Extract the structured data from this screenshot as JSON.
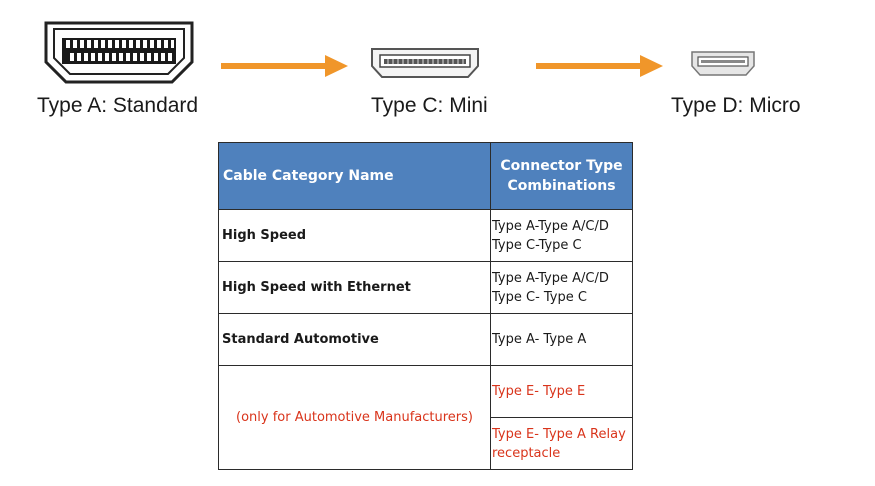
{
  "connectors": [
    {
      "label": "Type A: Standard",
      "icon": "hdmi-type-a-connector-icon"
    },
    {
      "label": "Type C: Mini",
      "icon": "hdmi-type-c-connector-icon"
    },
    {
      "label": "Type D: Micro",
      "icon": "hdmi-type-d-connector-icon"
    }
  ],
  "arrow_color": "#f0962a",
  "table": {
    "headers": {
      "category": "Cable Category Name",
      "combo_line1": "Connector Type",
      "combo_line2": "Combinations"
    },
    "rows": [
      {
        "category": "High Speed",
        "combos": [
          "Type A-Type A/C/D",
          "Type C-Type C"
        ]
      },
      {
        "category": "High Speed with Ethernet",
        "combos": [
          "Type A-Type A/C/D",
          "Type C- Type C"
        ]
      },
      {
        "category": "Standard Automotive",
        "combos": [
          "Type A- Type A"
        ]
      }
    ],
    "automotive_note": "(only for Automotive  Manufacturers)",
    "automotive_combos": [
      [
        "Type E- Type E"
      ],
      [
        "Type E- Type A Relay",
        "receptacle"
      ]
    ],
    "header_color": "#4f81bd",
    "red_text_color": "#d9341b"
  }
}
